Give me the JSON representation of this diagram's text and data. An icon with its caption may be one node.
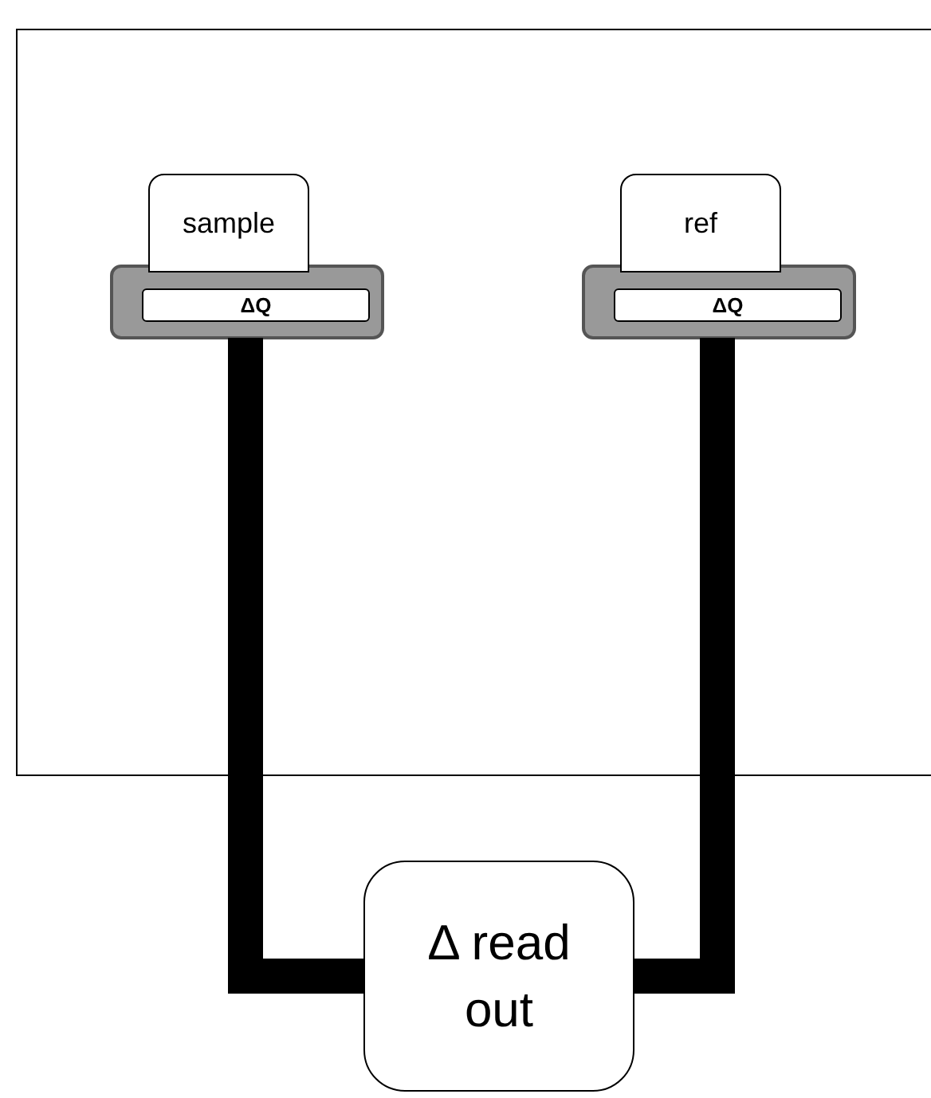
{
  "diagram": {
    "nodes": [
      {
        "text": [],
        "shape": "box"
      },
      {
        "text": [
          "sample"
        ],
        "in": 0
      },
      {
        "text": [],
        "shape": "bar",
        "in": 0
      },
      {
        "text": [
          "ΔQ"
        ],
        "in": 2
      },
      {
        "text": [
          "ref"
        ],
        "in": 0
      },
      {
        "text": [],
        "shape": "bar",
        "in": 0
      },
      {
        "text": [
          "ΔQ"
        ],
        "in": 5
      },
      {
        "text": [
          "Δ read out"
        ]
      }
    ],
    "edges": [
      {
        "from": 2,
        "to": 7,
        "arrow": "none"
      },
      {
        "from": 5,
        "to": 7,
        "arrow": "none"
      }
    ]
  }
}
